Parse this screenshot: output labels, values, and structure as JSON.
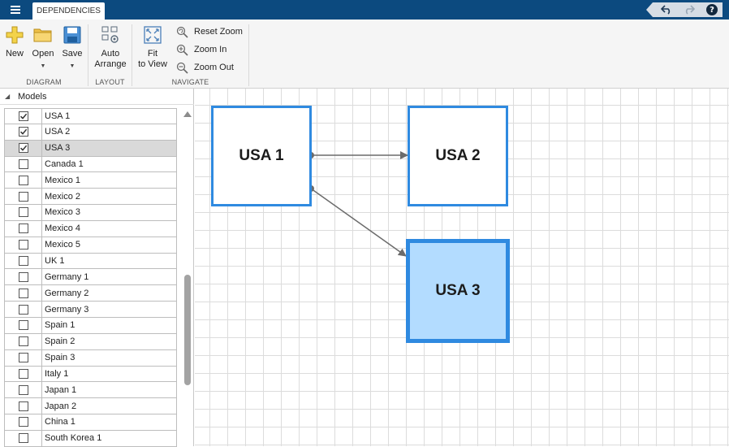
{
  "topbar": {
    "tab_label": "DEPENDENCIES",
    "menu_icon": "hamburger-menu-icon",
    "undo_icon": "undo-icon",
    "redo_icon": "redo-icon",
    "help_label": "?"
  },
  "toolstrip": {
    "diagram": {
      "label": "DIAGRAM",
      "new_label": "New",
      "open_label": "Open",
      "save_label": "Save"
    },
    "layout": {
      "label": "LAYOUT",
      "auto_label_1": "Auto",
      "auto_label_2": "Arrange"
    },
    "navigate": {
      "label": "NAVIGATE",
      "fit_label_1": "Fit",
      "fit_label_2": "to View",
      "reset_zoom": "Reset Zoom",
      "zoom_in": "Zoom In",
      "zoom_out": "Zoom Out"
    }
  },
  "panel": {
    "title": "Models",
    "models": [
      {
        "name": "USA 1",
        "checked": true
      },
      {
        "name": "USA 2",
        "checked": true
      },
      {
        "name": "USA 3",
        "checked": true,
        "selected": true
      },
      {
        "name": "Canada 1",
        "checked": false
      },
      {
        "name": "Mexico 1",
        "checked": false
      },
      {
        "name": "Mexico 2",
        "checked": false
      },
      {
        "name": "Mexico 3",
        "checked": false
      },
      {
        "name": "Mexico 4",
        "checked": false
      },
      {
        "name": "Mexico 5",
        "checked": false
      },
      {
        "name": "UK 1",
        "checked": false
      },
      {
        "name": "Germany 1",
        "checked": false
      },
      {
        "name": "Germany 2",
        "checked": false
      },
      {
        "name": "Germany 3",
        "checked": false
      },
      {
        "name": "Spain 1",
        "checked": false
      },
      {
        "name": "Spain 2",
        "checked": false
      },
      {
        "name": "Spain 3",
        "checked": false
      },
      {
        "name": "Italy 1",
        "checked": false
      },
      {
        "name": "Japan 1",
        "checked": false
      },
      {
        "name": "Japan 2",
        "checked": false
      },
      {
        "name": "China 1",
        "checked": false
      },
      {
        "name": "South Korea 1",
        "checked": false
      }
    ]
  },
  "diagram": {
    "nodes": {
      "usa1": "USA 1",
      "usa2": "USA 2",
      "usa3": "USA 3"
    },
    "edges": [
      {
        "from": "USA 1",
        "to": "USA 2"
      },
      {
        "from": "USA 1",
        "to": "USA 3"
      }
    ],
    "selected_node": "USA 3"
  },
  "colors": {
    "topbar": "#0c4a7f",
    "node_border": "#2f8ae0",
    "node_selected_fill": "#b3dcff",
    "edge": "#6b6b6b"
  }
}
